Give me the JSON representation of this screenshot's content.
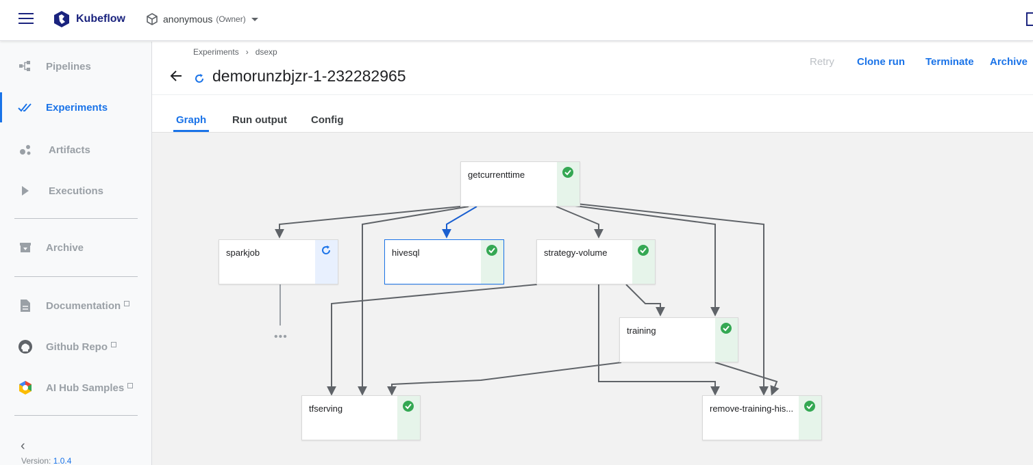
{
  "app": {
    "brand": "Kubeflow"
  },
  "namespace": {
    "name": "anonymous",
    "role": "(Owner)"
  },
  "sidebar": {
    "items": [
      {
        "label": "Pipelines"
      },
      {
        "label": "Experiments"
      },
      {
        "label": "Artifacts"
      },
      {
        "label": "Executions"
      },
      {
        "label": "Archive"
      },
      {
        "label": "Documentation"
      },
      {
        "label": "Github Repo"
      },
      {
        "label": "AI Hub Samples"
      }
    ],
    "version_label": "Version:",
    "version": "1.0.4"
  },
  "breadcrumb": {
    "experiments": "Experiments",
    "separator": "›",
    "current": "dsexp"
  },
  "run": {
    "title": "demorunzbjzr-1-232282965"
  },
  "actions": {
    "retry": "Retry",
    "clone": "Clone run",
    "terminate": "Terminate",
    "archive": "Archive"
  },
  "tabs": [
    {
      "label": "Graph"
    },
    {
      "label": "Run output"
    },
    {
      "label": "Config"
    }
  ],
  "graph": {
    "nodes": [
      {
        "label": "getcurrenttime",
        "status": "succeeded"
      },
      {
        "label": "sparkjob",
        "status": "running"
      },
      {
        "label": "hivesql",
        "status": "succeeded",
        "selected": true
      },
      {
        "label": "strategy-volume",
        "status": "succeeded"
      },
      {
        "label": "training",
        "status": "succeeded"
      },
      {
        "label": "tfserving",
        "status": "succeeded"
      },
      {
        "label": "remove-training-his...",
        "status": "succeeded"
      }
    ],
    "more_indicator": "•••"
  },
  "colors": {
    "accent": "#1a73e8",
    "success": "#34a853",
    "edge": "#5f6368",
    "brand": "#1a237e"
  }
}
